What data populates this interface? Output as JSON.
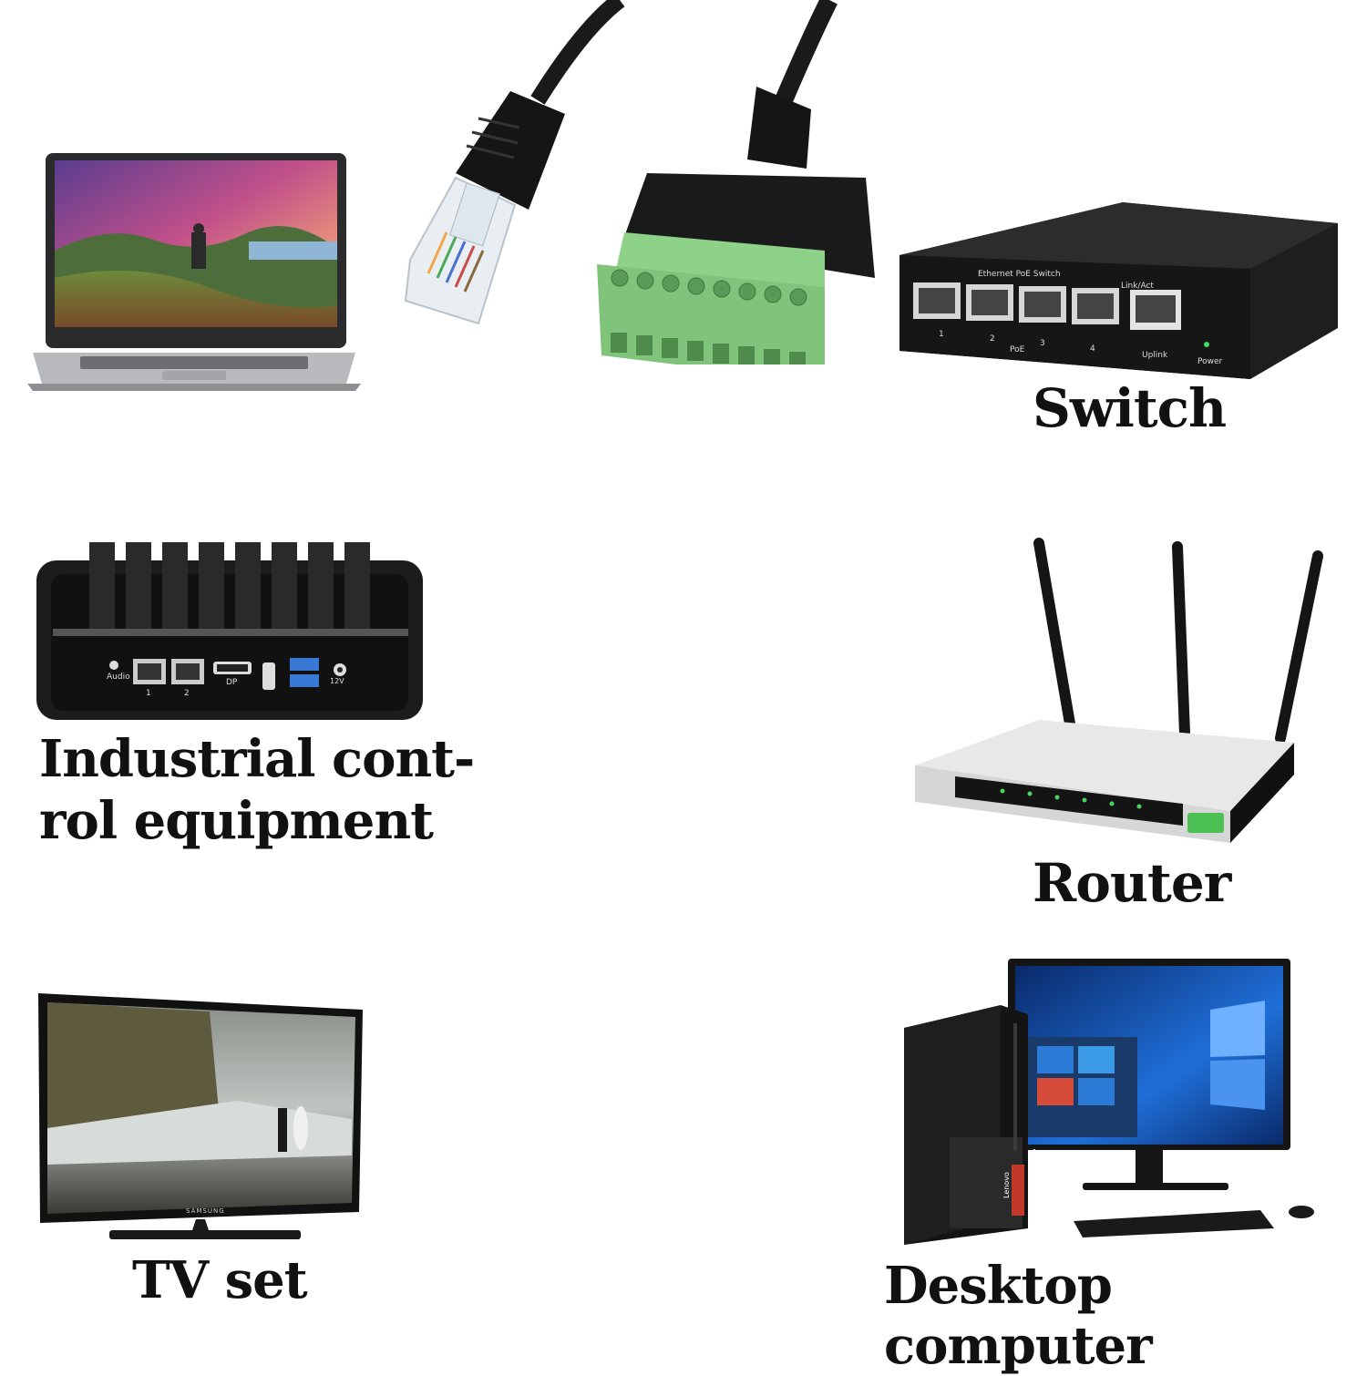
{
  "devices": {
    "switch": {
      "caption": "Switch",
      "panel_label": "Ethernet PoE Switch",
      "link_label": "Link/Act",
      "port_numbers": [
        "1",
        "2",
        "3",
        "4"
      ],
      "poe_label": "PoE",
      "uplink_label": "Uplink",
      "power_label": "Power"
    },
    "industrial": {
      "caption_line1": "Industrial cont-",
      "caption_line2": "rol equipment",
      "audio_label": "Audio",
      "dp_label": "DP",
      "lan_numbers": [
        "1",
        "2"
      ],
      "power_label": "12V"
    },
    "router": {
      "caption": "Router"
    },
    "tv": {
      "caption": "TV set",
      "brand": "SAMSUNG"
    },
    "desktop": {
      "caption": "Desktop computer",
      "monitor_brand": "Lenovo",
      "tower_brand": "Lenovo"
    }
  },
  "colors": {
    "connector_green": "#7fc47a",
    "cable_black": "#1a1a1a",
    "switch_body": "#1e1e1e",
    "text": "#111111"
  }
}
